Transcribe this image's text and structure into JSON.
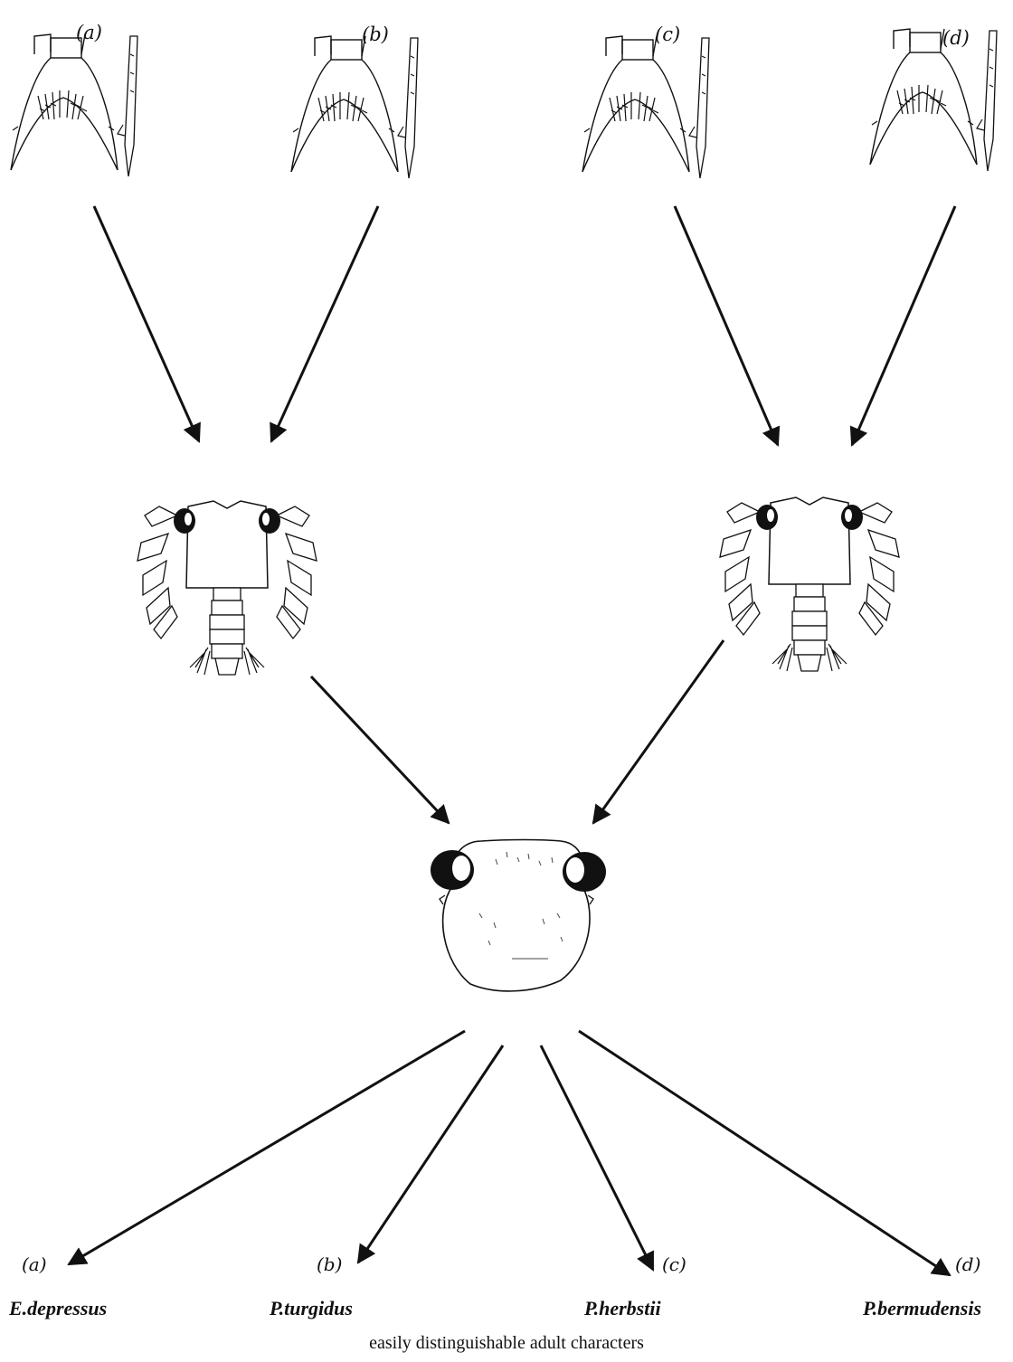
{
  "labels": {
    "top": [
      "(a)",
      "(b)",
      "(c)",
      "(d)"
    ],
    "bottom": [
      "(a)",
      "(b)",
      "(c)",
      "(d)"
    ]
  },
  "species": [
    "E.depressus",
    "P.turgidus",
    "P.herbstii",
    "P.bermudensis"
  ],
  "caption": "easily distinguishable adult characters",
  "colors": {
    "ink": "#111111",
    "paper": "#ffffff"
  }
}
